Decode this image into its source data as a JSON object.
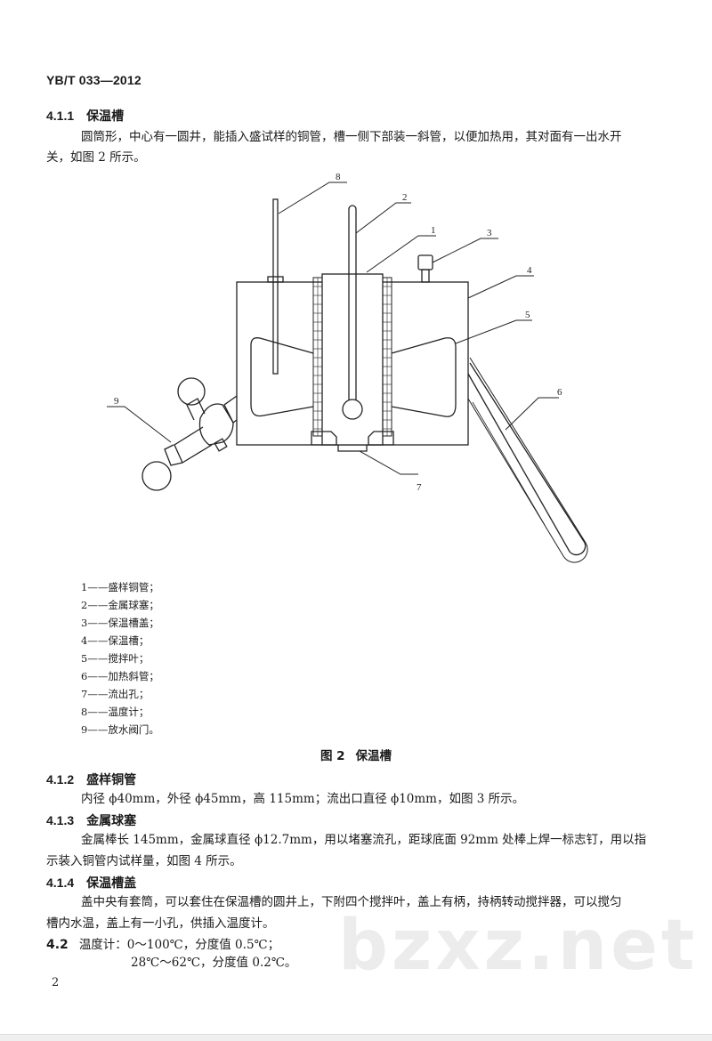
{
  "header": {
    "standard_id": "YB/T 033—2012"
  },
  "sections": {
    "s411": {
      "number": "4.1.1",
      "title": "保温槽",
      "body_line1": "圆筒形，中心有一圆井，能插入盛试样的铜管，槽一侧下部装一斜管，以便加热用，其对面有一出水开",
      "body_line2": "关，如图 2 所示。"
    },
    "s412": {
      "number": "4.1.2",
      "title": "盛样铜管",
      "body_line1": "内径 ϕ40mm，外径 ϕ45mm，高 115mm；流出口直径 ϕ10mm，如图 3 所示。"
    },
    "s413": {
      "number": "4.1.3",
      "title": "金属球塞",
      "body_line1": "金属棒长 145mm，金属球直径 ϕ12.7mm，用以堵塞流孔，距球底面 92mm 处棒上焊一标志钉，用以指",
      "body_line2": "示装入铜管内试样量，如图 4 所示。"
    },
    "s414": {
      "number": "4.1.4",
      "title": "保温槽盖",
      "body_line1": "盖中央有套筒，可以套住在保温槽的圆井上，下附四个搅拌叶，盖上有柄，持柄转动搅拌器，可以搅匀",
      "body_line2": "槽内水温，盖上有一小孔，供插入温度计。"
    },
    "s42": {
      "number": "4.2",
      "line1": "温度计：0～100℃，分度值 0.5℃；",
      "line2": "28℃～62℃，分度值 0.2℃。"
    }
  },
  "figure": {
    "label": "图 2",
    "title": "保温槽",
    "callouts": [
      "1",
      "2",
      "3",
      "4",
      "5",
      "6",
      "7",
      "8",
      "9"
    ],
    "legend": [
      "1——盛样铜管；",
      "2——金属球塞；",
      "3——保温槽盖；",
      "4——保温槽；",
      "5——搅拌叶；",
      "6——加热斜管；",
      "7——流出孔；",
      "8——温度计；",
      "9——放水阀门。"
    ]
  },
  "footer": {
    "page_number": "2"
  },
  "watermark": {
    "text": "bzxz.net"
  }
}
